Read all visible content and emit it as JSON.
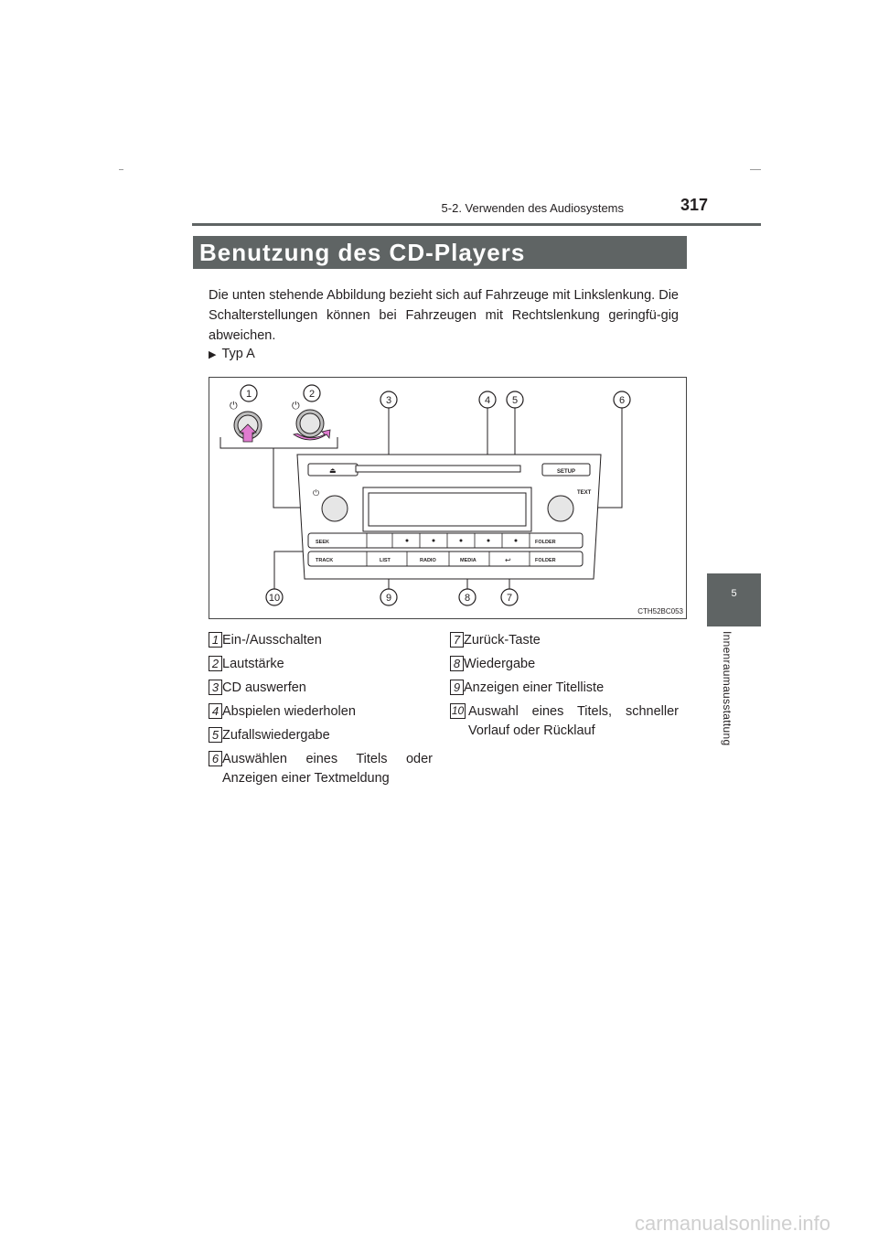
{
  "header": {
    "section": "5-2. Verwenden des Audiosystems",
    "page_number": "317"
  },
  "title": "Benutzung des CD-Players",
  "intro": "Die unten stehende Abbildung bezieht sich auf Fahrzeuge mit Linkslenkung. Die Schalterstellungen können bei Fahrzeugen mit Rechtslenkung geringfü-gig abweichen.",
  "type_label": "Typ A",
  "figure": {
    "code": "CTH52BC053",
    "callouts": [
      "1",
      "2",
      "3",
      "4",
      "5",
      "6",
      "7",
      "8",
      "9",
      "10"
    ],
    "buttons": {
      "setup": "SETUP",
      "text": "TEXT",
      "seek": "SEEK",
      "track": "TRACK",
      "list": "LIST",
      "radio": "RADIO",
      "media": "MEDIA",
      "folder_up": "FOLDER",
      "folder_down": "FOLDER"
    },
    "icons": [
      "power-icon",
      "eject-icon",
      "back-arrow-icon",
      "push-arrow-icon",
      "rotate-arrow-icon"
    ]
  },
  "legend": [
    {
      "num": "1",
      "text": "Ein-/Ausschalten"
    },
    {
      "num": "2",
      "text": "Lautstärke"
    },
    {
      "num": "3",
      "text": "CD auswerfen"
    },
    {
      "num": "4",
      "text": "Abspielen wiederholen"
    },
    {
      "num": "5",
      "text": "Zufallswiedergabe"
    },
    {
      "num": "6",
      "text": "Auswählen eines Titels oder Anzeigen einer Textmeldung"
    },
    {
      "num": "7",
      "text": "Zurück-Taste"
    },
    {
      "num": "8",
      "text": "Wiedergabe"
    },
    {
      "num": "9",
      "text": "Anzeigen einer Titelliste"
    },
    {
      "num": "10",
      "text": "Auswahl eines Titels, schneller Vorlauf oder Rücklauf"
    }
  ],
  "side_tab": {
    "number": "5",
    "label": "Innenraumausstattung"
  },
  "watermark": "carmanualsonline.info"
}
